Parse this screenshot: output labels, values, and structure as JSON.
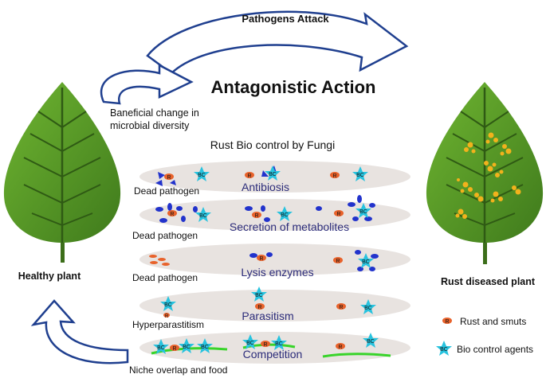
{
  "top_arrow_label": "Pathogens Attack",
  "title": "Antagonistic Action",
  "benefit_label_line1": "Baneficial change in",
  "benefit_label_line2": "microbial diversity",
  "subtitle": "Rust Bio control by Fungi",
  "left_plant_label": "Healthy plant",
  "right_plant_label": "Rust diseased plant",
  "rust_marker": "R",
  "bc_marker": "BC",
  "mechanisms": [
    {
      "name": "Antibiosis",
      "side_label": "Dead pathogen"
    },
    {
      "name": "Secretion of metabolites",
      "side_label": "Dead pathogen"
    },
    {
      "name": "Lysis enzymes",
      "side_label": "Dead pathogen"
    },
    {
      "name": "Parasitism",
      "side_label": "Hyperparastitism"
    },
    {
      "name": "Competition",
      "side_label": "Niche overlap and food"
    }
  ],
  "legend": [
    {
      "marker": "R",
      "label": "Rust and smuts"
    },
    {
      "marker": "BC",
      "label": "Bio control agents"
    }
  ],
  "colors": {
    "arrow_outline": "#1f3f8f",
    "leaf": "#5a9a2a",
    "leaf_dark": "#3c6e1a",
    "rust": "#e8622b",
    "bc": "#27c3df",
    "ellipse": "#e8e3e0",
    "mech_text": "#2c2c7a",
    "blue_blob": "#2233cc",
    "green_line": "#38d42a",
    "rust_spot": "#f2b21c"
  }
}
